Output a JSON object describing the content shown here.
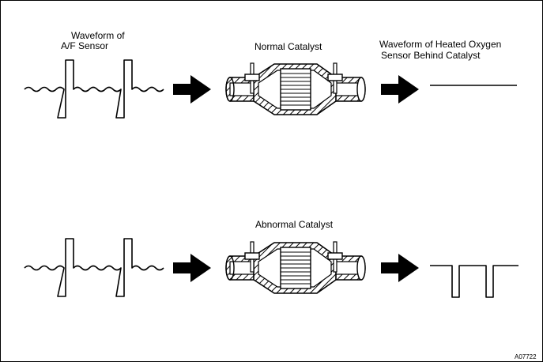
{
  "labels": {
    "af_waveform": [
      "Waveform of",
      "A/F Sensor"
    ],
    "ho2_waveform": [
      "Waveform of Heated Oxygen",
      "Sensor Behind Catalyst"
    ],
    "normal": "Normal Catalyst",
    "abnormal": "Abnormal Catalyst",
    "figure_code": "A07722"
  },
  "icons": {
    "arrow": "right-arrow-icon",
    "catalyst": "catalytic-converter-icon",
    "waveform": "sine-square-waveform-icon"
  },
  "colors": {
    "stroke": "#000000",
    "background": "#ffffff"
  }
}
